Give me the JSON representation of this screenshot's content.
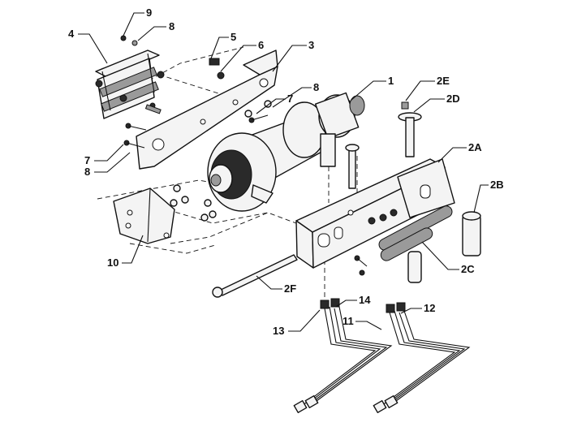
{
  "callouts": {
    "c1": "1",
    "c2A": "2A",
    "c2B": "2B",
    "c2C": "2C",
    "c2D": "2D",
    "c2E": "2E",
    "c2F": "2F",
    "c3": "3",
    "c4": "4",
    "c5": "5",
    "c6": "6",
    "c7a": "7",
    "c7b": "7",
    "c8a": "8",
    "c8b": "8",
    "c8c": "8",
    "c9": "9",
    "c10": "10",
    "c11": "11",
    "c12": "12",
    "c13": "13",
    "c14": "14"
  }
}
